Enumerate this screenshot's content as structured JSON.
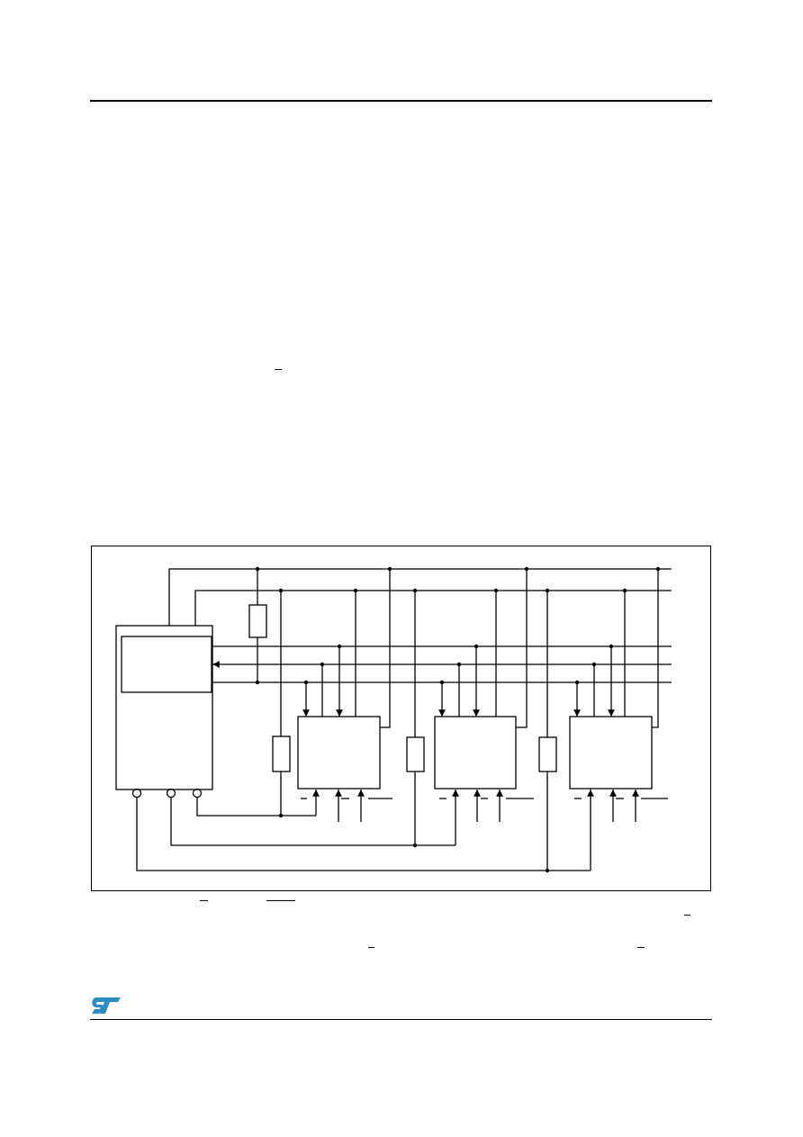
{
  "colors": {
    "line": "#000000",
    "logo": "#2c8ec7",
    "background": "#ffffff"
  },
  "icons": {
    "logo": "st-logo-icon"
  },
  "diagram": {
    "elements": [
      "master-device",
      "pull-up-resistor",
      "slave-device-1",
      "slave-device-2",
      "slave-device-3"
    ]
  }
}
